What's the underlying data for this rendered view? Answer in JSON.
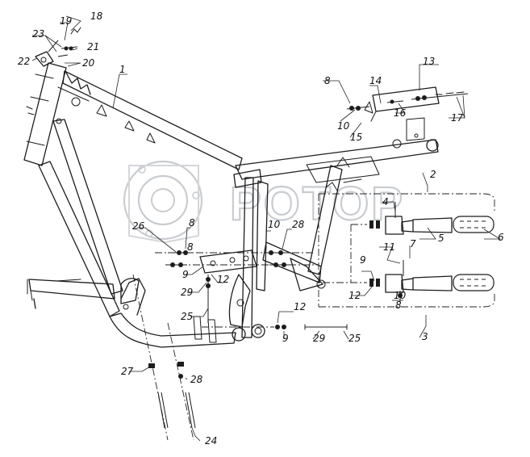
{
  "watermark": {
    "text": "POTOP"
  },
  "callouts": {
    "n1": "1",
    "n2": "2",
    "n3": "3",
    "n4": "4",
    "n5": "5",
    "n6": "6",
    "n7": "7",
    "n8a": "8",
    "n8b": "8",
    "n8c": "8",
    "n8d": "8",
    "n9a": "9",
    "n9b": "9",
    "n9c": "9",
    "n10a": "10",
    "n10b": "10",
    "n10c": "10",
    "n11": "11",
    "n12a": "12",
    "n12b": "12",
    "n12c": "12",
    "n13": "13",
    "n14": "14",
    "n15": "15",
    "n16": "16",
    "n17": "17",
    "n18": "18",
    "n19": "19",
    "n20": "20",
    "n21": "21",
    "n22": "22",
    "n23": "23",
    "n24": "24",
    "n25a": "25",
    "n25b": "25",
    "n26": "26",
    "n27": "27",
    "n28a": "28",
    "n28b": "28",
    "n29a": "29",
    "n29b": "29"
  }
}
